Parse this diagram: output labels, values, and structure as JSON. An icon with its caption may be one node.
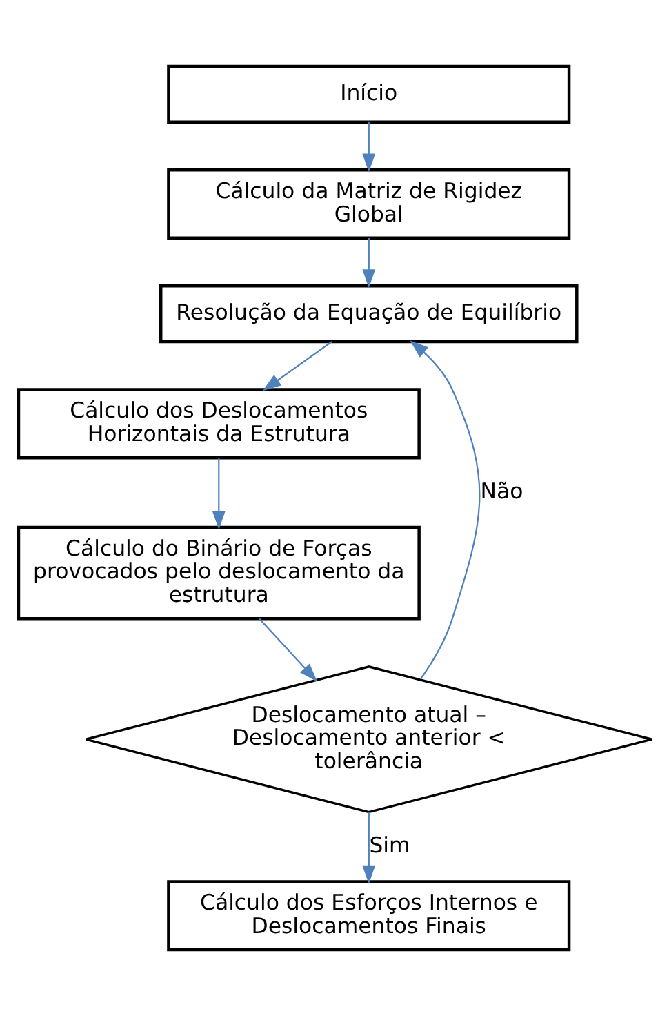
{
  "diagram": {
    "nodes": [
      {
        "text": [
          "Início"
        ]
      },
      {
        "text": [
          "Cálculo da Matriz de Rigidez Global"
        ]
      },
      {
        "text": [
          "Resolução da Equação de Equilíbrio"
        ]
      },
      {
        "text": [
          "Cálculo dos Deslocamentos Horizontais da Estrutura"
        ]
      },
      {
        "text": [
          "Cálculo do Binário de Forças provocados pelo deslocamento da estrutura"
        ]
      },
      {
        "text": [
          "Deslocamento atual – Deslocamento anterior < tolerância"
        ]
      },
      {
        "text": [
          "Cálculo dos Esforços Internos e Deslocamentos Finais"
        ]
      }
    ],
    "edges": [
      {
        "from": 0,
        "to": 1,
        "arrow": "to"
      },
      {
        "from": 1,
        "to": 2,
        "arrow": "to"
      },
      {
        "from": 2,
        "to": 3,
        "arrow": "to"
      },
      {
        "from": 3,
        "to": 4,
        "arrow": "to"
      },
      {
        "from": 4,
        "to": 5,
        "arrow": "to"
      },
      {
        "from": 5,
        "to": 2,
        "arrow": "to",
        "label": "Não"
      },
      {
        "from": 5,
        "to": 6,
        "arrow": "to",
        "label": "Sim"
      }
    ]
  }
}
